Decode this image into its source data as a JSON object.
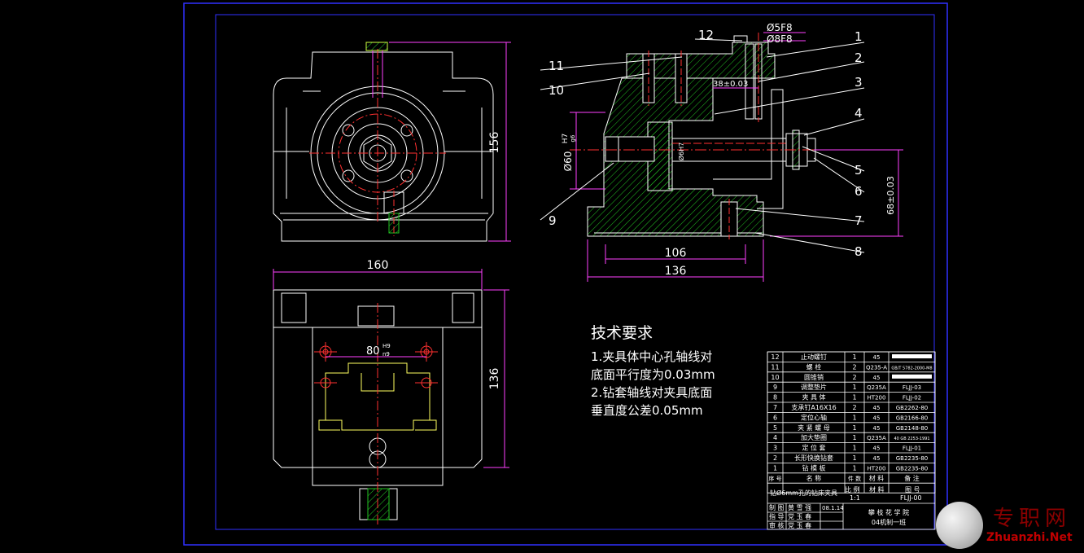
{
  "colors": {
    "background": "#000000",
    "frame": "#3030ff",
    "line": "#ffffff",
    "dimension": "#ff40ff",
    "hatch": "#22c322",
    "center": "#ff3030",
    "accent": "#ffff60",
    "cyan": "#00e0e0"
  },
  "dimensions": {
    "d156": "156",
    "d160": "160",
    "d136_right": "136",
    "d80": "80",
    "d80_fit_top": "H9",
    "d80_fit_bottom": "n9",
    "d106": "106",
    "d136_bottom": "136",
    "d38": "38±0.03",
    "d68": "68±0.03",
    "d5f8": "Ø5F8",
    "d8f8": "Ø8F8",
    "d60": "Ø60",
    "d60_fit_top": "H7",
    "d60_fit_bottom": "g6",
    "d6h7": "Ø6H7"
  },
  "balloons": [
    "1",
    "2",
    "3",
    "4",
    "5",
    "6",
    "7",
    "8",
    "9",
    "10",
    "11",
    "12"
  ],
  "tech_requirements": {
    "title": "技术要求",
    "line1": "1.夹具体中心孔轴线对",
    "line2": "底面平行度为0.03mm",
    "line3": "2.钻套轴线对夹具底面",
    "line4": "垂直度公差0.05mm"
  },
  "bom": [
    {
      "no": "12",
      "name": "止动螺钉",
      "qty": "1",
      "mat": "45",
      "code": "",
      "bar": true
    },
    {
      "no": "11",
      "name": "螺 栓",
      "qty": "2",
      "mat": "Q235-A",
      "code": "GB/T 5782-2000-M8",
      "bar": false
    },
    {
      "no": "10",
      "name": "圆锥销",
      "qty": "2",
      "mat": "45",
      "code": "",
      "bar": true
    },
    {
      "no": "9",
      "name": "调整垫片",
      "qty": "1",
      "mat": "Q235A",
      "code": "FLJJ-03",
      "bar": false
    },
    {
      "no": "8",
      "name": "夹 具 体",
      "qty": "1",
      "mat": "HT200",
      "code": "FLJJ-02",
      "bar": false
    },
    {
      "no": "7",
      "name": "支承钉A16X16",
      "qty": "2",
      "mat": "45",
      "code": "GB2262-80",
      "bar": false
    },
    {
      "no": "6",
      "name": "定位心轴",
      "qty": "1",
      "mat": "45",
      "code": "GB2166-80",
      "bar": false
    },
    {
      "no": "5",
      "name": "夹 紧 螺 母",
      "qty": "1",
      "mat": "45",
      "code": "GB2148-80",
      "bar": false
    },
    {
      "no": "4",
      "name": "加大垫圈",
      "qty": "1",
      "mat": "Q235A",
      "code": "40 GB 2253-1991",
      "bar": false
    },
    {
      "no": "3",
      "name": "定 位 套",
      "qty": "1",
      "mat": "45",
      "code": "FLJJ-01",
      "bar": false
    },
    {
      "no": "2",
      "name": "长形快换钻套",
      "qty": "1",
      "mat": "45",
      "code": "GB2235-80",
      "bar": false
    },
    {
      "no": "1",
      "name": "钻 模 板",
      "qty": "1",
      "mat": "HT200",
      "code": "GB2235-80",
      "bar": false
    }
  ],
  "bom_header": {
    "no": "序 号",
    "name": "名 称",
    "qty": "件 数",
    "mat": "材 料",
    "remark": "备 注"
  },
  "title_block": {
    "part_name": "钻Ø6mm孔的钻床夹具",
    "scale_label": "比 例",
    "scale": "1:1",
    "material_label": "材 料",
    "drawing_no_label": "图 号",
    "drawing_no": "FLJJ-00",
    "drawn_label": "制 图",
    "drawn_by": "黄 雪 强",
    "date": "08.1.14",
    "guide_label": "指 导",
    "guide_by": "党 玉 春",
    "review_label": "审 核",
    "review_by": "党 玉 春",
    "school": "攀 枝 花 学 院",
    "class": "04机制一班"
  },
  "watermark": {
    "brand": "专职网",
    "url": "Zhuanzhi.Net"
  }
}
